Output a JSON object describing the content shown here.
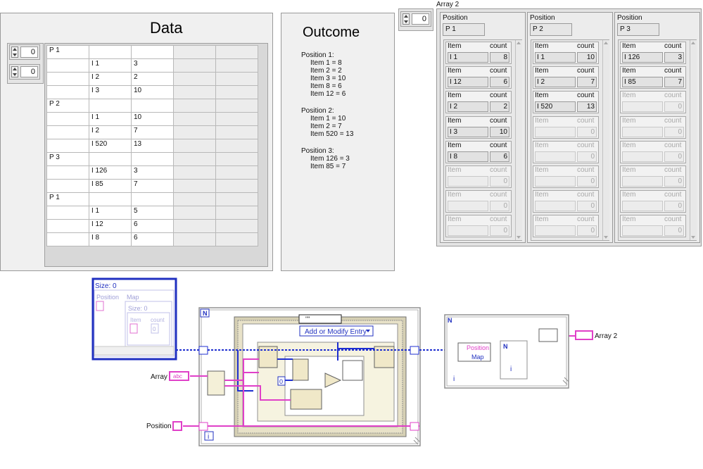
{
  "data_panel": {
    "title": "Data",
    "index_row": "0",
    "index_col": "0",
    "rows": [
      [
        "P 1",
        "",
        "",
        "",
        ""
      ],
      [
        "",
        "I 1",
        "3",
        "",
        ""
      ],
      [
        "",
        "I 2",
        "2",
        "",
        ""
      ],
      [
        "",
        "I 3",
        "10",
        "",
        ""
      ],
      [
        "P 2",
        "",
        "",
        "",
        ""
      ],
      [
        "",
        "I 1",
        "10",
        "",
        ""
      ],
      [
        "",
        "I 2",
        "7",
        "",
        ""
      ],
      [
        "",
        "I 520",
        "13",
        "",
        ""
      ],
      [
        "P 3",
        "",
        "",
        "",
        ""
      ],
      [
        "",
        "I 126",
        "3",
        "",
        ""
      ],
      [
        "",
        "I 85",
        "7",
        "",
        ""
      ],
      [
        "P 1",
        "",
        "",
        "",
        ""
      ],
      [
        "",
        "I 1",
        "5",
        "",
        ""
      ],
      [
        "",
        "I 12",
        "6",
        "",
        ""
      ],
      [
        "",
        "I 8",
        "6",
        "",
        ""
      ]
    ]
  },
  "outcome_panel": {
    "title": "Outcome",
    "groups": [
      {
        "heading": "Position 1:",
        "lines": [
          "Item 1 = 8",
          "Item 2 = 2",
          "Item 3 = 10",
          "Item 8 = 6",
          "Item 12 = 6"
        ]
      },
      {
        "heading": "Position 2:",
        "lines": [
          "Item 1 = 10",
          "Item 2 = 7",
          "Item 520 = 13"
        ]
      },
      {
        "heading": "Position 3:",
        "lines": [
          "Item 126 = 3",
          "Item 85 = 7"
        ]
      }
    ]
  },
  "array2": {
    "label": "Array 2",
    "index": "0",
    "position_label": "Position",
    "item_label": "Item",
    "count_label": "count",
    "columns": [
      {
        "position": "P 1",
        "items": [
          [
            "I 1",
            "8"
          ],
          [
            "I 12",
            "6"
          ],
          [
            "I 2",
            "2"
          ],
          [
            "I 3",
            "10"
          ],
          [
            "I 8",
            "6"
          ]
        ]
      },
      {
        "position": "P 2",
        "items": [
          [
            "I 1",
            "10"
          ],
          [
            "I 2",
            "7"
          ],
          [
            "I 520",
            "13"
          ]
        ]
      },
      {
        "position": "P 3",
        "items": [
          [
            "I 126",
            "3"
          ],
          [
            "I 85",
            "7"
          ]
        ]
      }
    ],
    "empty_count": "0"
  },
  "diagram": {
    "map_constant": {
      "size": "Size: 0",
      "position": "Position",
      "map": "Map",
      "inner_size": "Size: 0",
      "item": "Item",
      "count": "count",
      "count_value": "0"
    },
    "loop_count_terminal": "N",
    "loop_index_terminal": "i",
    "array_label": "Array",
    "position_label": "Position",
    "array_terminal": "abc",
    "case_selector": "Add or Modify Entry",
    "case_value": "\"\"",
    "const_zero": "0",
    "bundle_position": "Position",
    "bundle_map": "Map",
    "array2_terminal": "Array 2",
    "colors": {
      "wire_blue": "#1f2fd0",
      "wire_pink": "#e040c8",
      "structure": "#e6e0c4"
    }
  }
}
